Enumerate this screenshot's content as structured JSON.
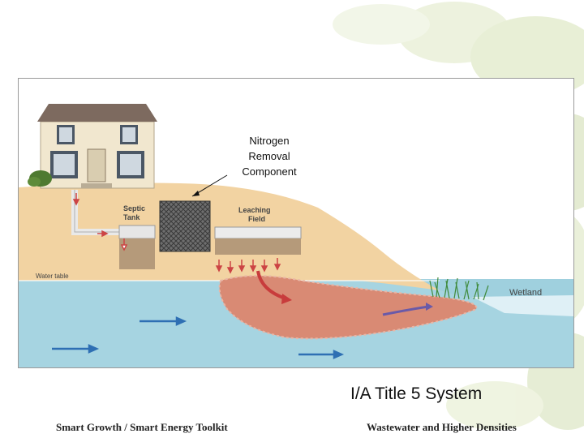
{
  "diagram": {
    "callout_lines": [
      "Nitrogen",
      "Removal",
      "Component"
    ],
    "labels": {
      "septic_tank_line1": "Septic",
      "septic_tank_line2": "Tank",
      "leaching_field_line1": "Leaching",
      "leaching_field_line2": "Field",
      "water_table": "Water table",
      "wetland": "Wetland"
    }
  },
  "caption": {
    "system_title": "I/A Title 5 System"
  },
  "footer": {
    "left": "Smart Growth / Smart Energy Toolkit",
    "right": "Wastewater and Higher Densities"
  },
  "colors": {
    "soil": "#f2d3a2",
    "groundwater": "#9fd0de",
    "plume": "#d98a74",
    "nitrogen_component": "#6e6e6e",
    "house": "#f1e7cf",
    "roof": "#7d6a5f",
    "leaf_background": "#eef3dc"
  }
}
